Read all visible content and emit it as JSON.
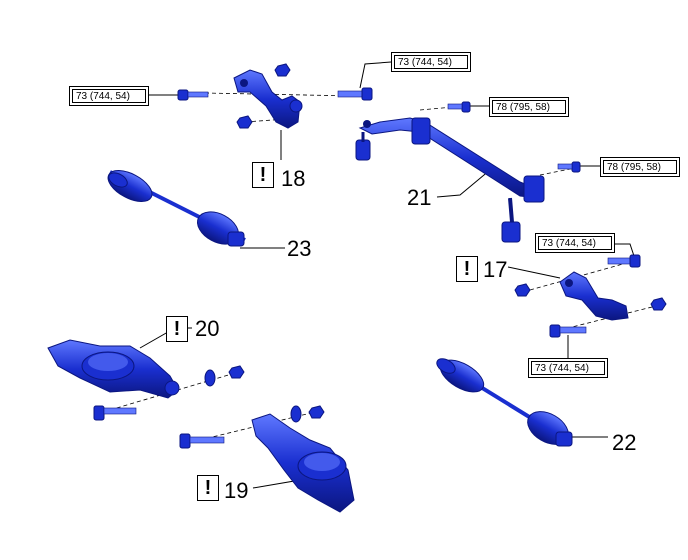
{
  "colors": {
    "part": "#1a2fd0",
    "part_dark": "#0b1680",
    "part_light": "#5f78ff",
    "line": "#000000"
  },
  "torque_labels": {
    "t_left_top": "73 (744, 54)",
    "t_mid_top": "73 (744, 54)",
    "t_stab_1": "78 (795, 58)",
    "t_stab_2": "78 (795, 58)",
    "t_right_1": "73 (744, 54)",
    "t_right_2": "73 (744, 54)"
  },
  "callouts": {
    "c18": "18",
    "c21": "21",
    "c23": "23",
    "c17": "17",
    "c20": "20",
    "c22": "22",
    "c19": "19"
  },
  "warning_symbol": "!",
  "icons": [
    "caution-icon"
  ]
}
